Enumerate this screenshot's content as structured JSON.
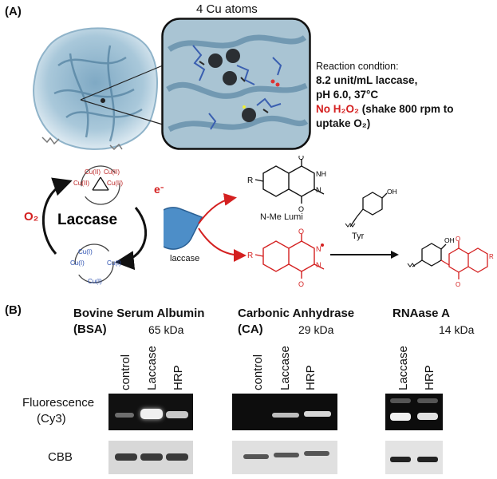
{
  "panel_a": {
    "label": "(A)",
    "zoom_title": "4 Cu atoms",
    "reaction": {
      "title": "Reaction condtion:",
      "line1": "8.2 unit/mL laccase,",
      "line2": "pH 6.0, 37°C",
      "line3_red": "No H₂O₂",
      "line3_rest": " (shake 800 rpm to",
      "line4": "uptake O₂)"
    },
    "cycle": {
      "center": "Laccase",
      "o2": "O₂",
      "electron": "e⁻",
      "cu_top": [
        "Cu(II)",
        "Cu(II)",
        "Cu(II)",
        "Cu(II)"
      ],
      "cu_bottom": [
        "Cu(I)",
        "Cu(I)",
        "Cu(I)",
        "Cu(I)"
      ]
    },
    "enzyme_label": "laccase",
    "reagent_label": "N-Me Lumi",
    "tyr_label": "Tyr",
    "atoms": {
      "o": "O",
      "nh": "NH",
      "n": "N",
      "r": "R",
      "oh": "OH"
    }
  },
  "panel_b": {
    "label": "(B)",
    "row_labels": {
      "fluor": "Fluorescence",
      "cy3": "(Cy3)",
      "cbb": "CBB"
    },
    "gels": [
      {
        "title1": "Bovine Serum Albumin",
        "title2": "(BSA)",
        "kda": "65 kDa",
        "lanes": [
          "control",
          "Laccase",
          "HRP"
        ]
      },
      {
        "title1": "Carbonic Anhydrase",
        "title2": "(CA)",
        "kda": "29 kDa",
        "lanes": [
          "control",
          "Laccase",
          "HRP"
        ]
      },
      {
        "title1": "RNAase A",
        "title2": "",
        "kda": "14 kDa",
        "lanes": [
          "Laccase",
          "HRP"
        ]
      }
    ]
  }
}
